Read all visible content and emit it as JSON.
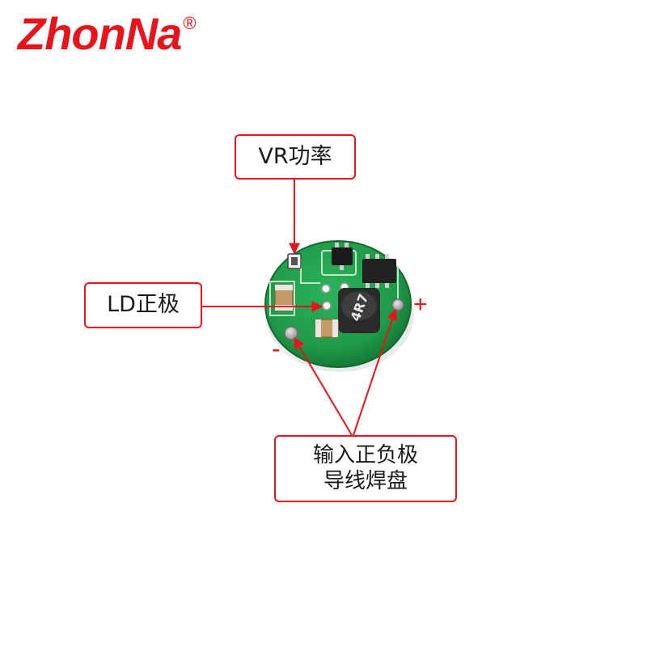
{
  "brand": {
    "name": "ZhonNa",
    "registered_mark": "®"
  },
  "callouts": {
    "vr": "VR功率",
    "ld_positive": "LD正极",
    "input_line1": "输入正负极",
    "input_line2": "导线焊盘"
  },
  "polarity": {
    "plus": "+",
    "minus": "-"
  },
  "inductor_marking": "4R7",
  "colors": {
    "accent": "#e8141c",
    "board": "#1f9a48",
    "board_dark": "#157a36"
  }
}
